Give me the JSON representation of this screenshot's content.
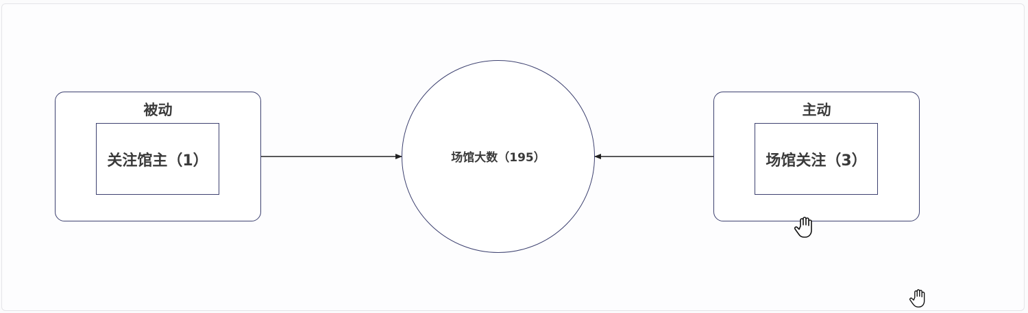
{
  "diagram": {
    "left_group": {
      "title": "被动",
      "node_label": "关注馆主（1）"
    },
    "center_node": {
      "label": "场馆大数（195）"
    },
    "right_group": {
      "title": "主动",
      "node_label": "场馆关注（3）"
    },
    "edges": [
      {
        "from": "left_group",
        "to": "center_node"
      },
      {
        "from": "right_group",
        "to": "center_node"
      }
    ]
  },
  "colors": {
    "stroke": "#3b3f6e",
    "text": "#3a3a3a",
    "arrow": "#222222"
  },
  "icons": [
    "hand-cursor-icon",
    "hand-cursor-icon"
  ]
}
